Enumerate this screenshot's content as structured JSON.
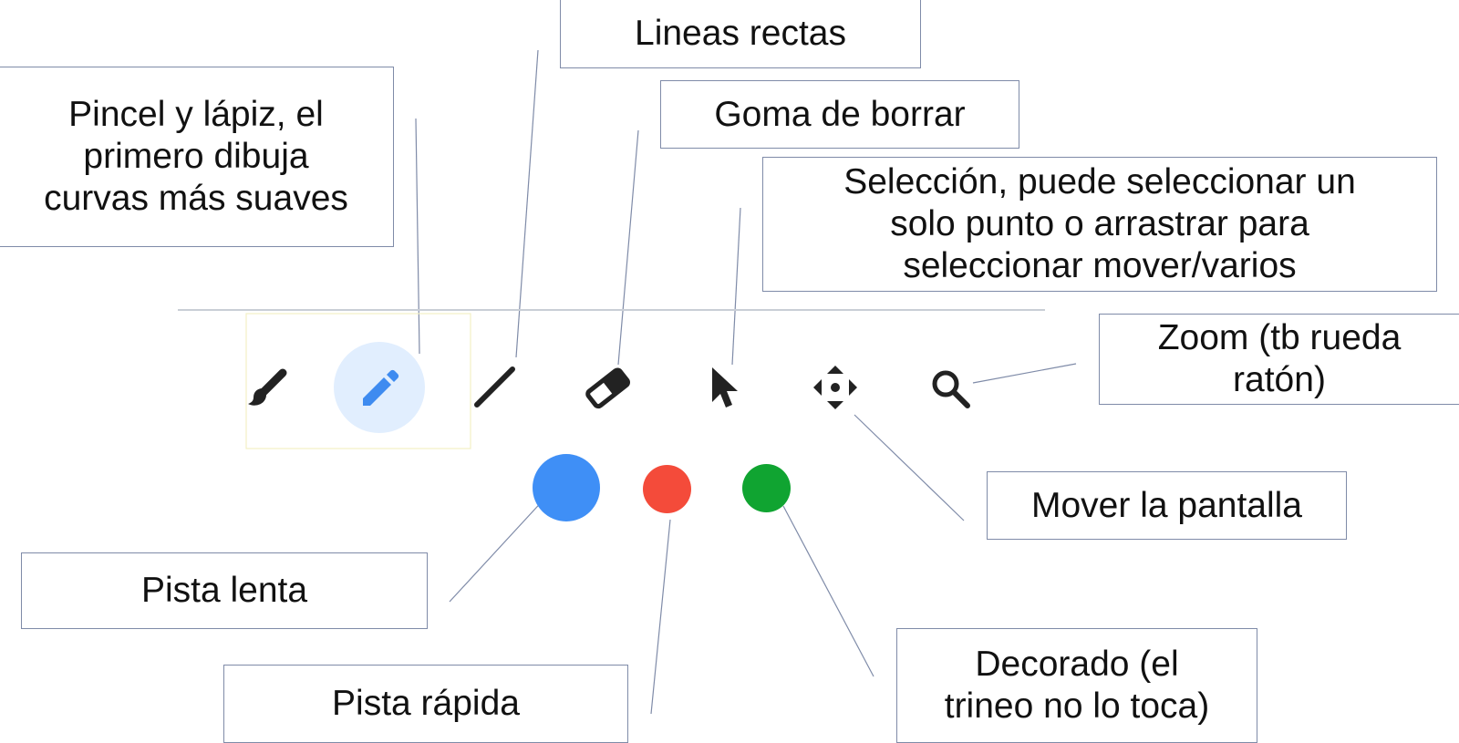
{
  "toolbar": {
    "tools": [
      {
        "name": "brush",
        "icon": "brush-icon",
        "active": false
      },
      {
        "name": "pencil",
        "icon": "pencil-icon",
        "active": true
      },
      {
        "name": "line",
        "icon": "line-icon",
        "active": false
      },
      {
        "name": "eraser",
        "icon": "eraser-icon",
        "active": false
      },
      {
        "name": "select",
        "icon": "cursor-icon",
        "active": false
      },
      {
        "name": "pan",
        "icon": "move-icon",
        "active": false
      },
      {
        "name": "zoom",
        "icon": "magnifier-icon",
        "active": false
      }
    ],
    "active_tool_bg": "#e1eefe",
    "active_tool_color": "#3e8bf0",
    "icon_color": "#222222"
  },
  "palette": {
    "colors": [
      {
        "name": "slow-track",
        "hex": "#3f8ff6"
      },
      {
        "name": "fast-track",
        "hex": "#f44b3a"
      },
      {
        "name": "decoration",
        "hex": "#10a431"
      }
    ]
  },
  "annotations": {
    "brush_pencil": "Pincel y lápiz, el\nprimero dibuja\ncurvas más suaves",
    "lines": "Lineas rectas",
    "eraser": "Goma de borrar",
    "selection": "Selección, puede seleccionar un\nsolo punto o arrastrar para\nseleccionar mover/varios",
    "zoom": "Zoom (tb rueda\nratón)",
    "pan": "Mover la pantalla",
    "slow_track": "Pista lenta",
    "fast_track": "Pista rápida",
    "decoration": "Decorado (el\ntrineo no lo toca)"
  }
}
